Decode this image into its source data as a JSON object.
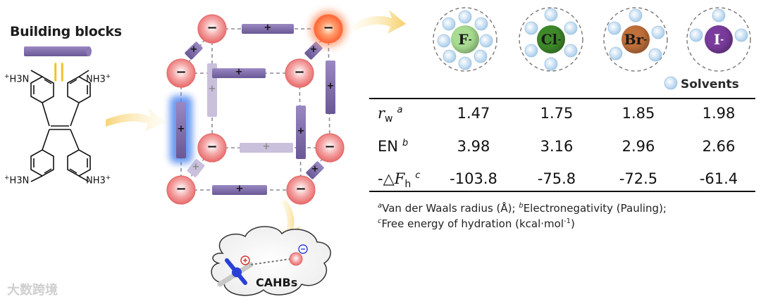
{
  "building_blocks": {
    "title": "Building blocks",
    "equals": "||",
    "amine_top_left": "H3N",
    "amine_top_right": "NH3",
    "amine_bottom_left": "H3N",
    "amine_bottom_right": "NH3",
    "plus": "+"
  },
  "cube": {
    "anion_sign": "−",
    "cation_sign": "+"
  },
  "anions": [
    {
      "symbol": "F",
      "charge": "-",
      "color": "#9fd68a"
    },
    {
      "symbol": "Cl",
      "charge": "-",
      "color": "#3e8a2a"
    },
    {
      "symbol": "Br",
      "charge": "-",
      "color": "#c0703a"
    },
    {
      "symbol": "I",
      "charge": "-",
      "color": "#7a3c9c"
    }
  ],
  "solvents_label": "Solvents",
  "table": {
    "rows": [
      {
        "label_main": "r",
        "label_sub": "w",
        "label_sup": "a",
        "values": [
          "1.47",
          "1.75",
          "1.85",
          "1.98"
        ]
      },
      {
        "label_main": "EN",
        "label_sub": "",
        "label_sup": "b",
        "values": [
          "3.98",
          "3.16",
          "2.96",
          "2.66"
        ]
      },
      {
        "label_prefix": "-△",
        "label_main": "F",
        "label_sub": "h",
        "label_sup": "c",
        "values": [
          "-103.8",
          "-75.8",
          "-72.5",
          "-61.4"
        ]
      }
    ],
    "footnote_line1_a_mark": "a",
    "footnote_line1_a": "Van der Waals radius (Å);",
    "footnote_line1_b_mark": "b",
    "footnote_line1_b": "Electronegativity (Pauling);",
    "footnote_line2_c_mark": "c",
    "footnote_line2_c": "Free energy of hydration (kcal·mol",
    "footnote_line2_unit_sup": "-1",
    "footnote_line2_end": ")"
  },
  "cahbs_label": "CAHBs",
  "watermark": "大数跨境",
  "colors": {
    "anion_ball": "#f08a8a",
    "bar": "#7f6aa8",
    "bar_faded": "#c8bfdb",
    "arrow": "#f7d98a",
    "highlight_blue": "#5a8ee8",
    "highlight_orange": "#ff7a3a"
  }
}
